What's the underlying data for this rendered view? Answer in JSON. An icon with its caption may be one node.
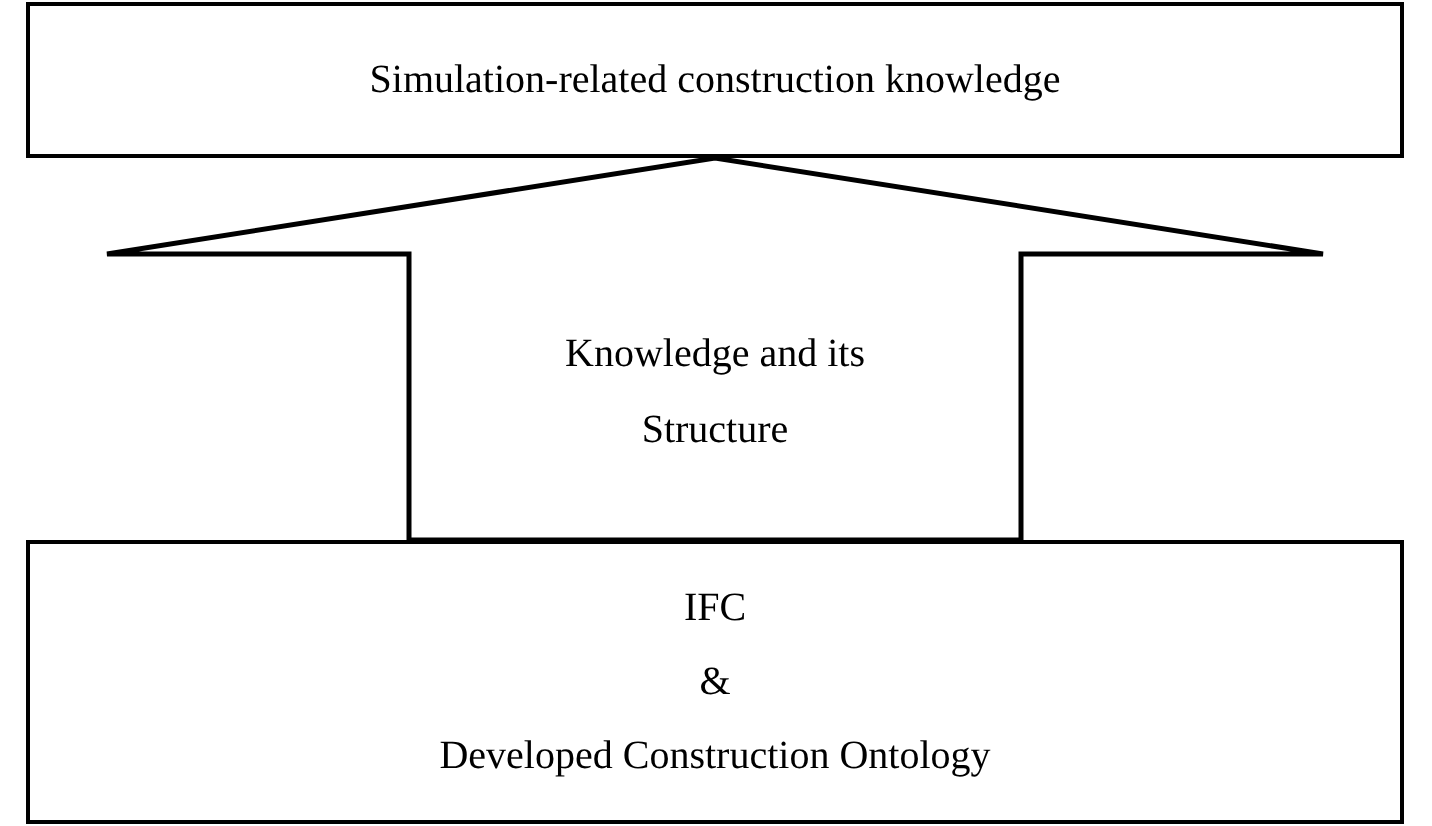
{
  "diagram": {
    "nodes": [
      {
        "text": [
          "Simulation-related construction knowledge"
        ]
      },
      {
        "text": [
          "IFC",
          "&",
          "Developed Construction Ontology"
        ]
      }
    ],
    "edges": [
      {
        "from": 1,
        "to": 0,
        "arrow": "to",
        "label": "Knowledge and its Structure",
        "style": "thick"
      }
    ]
  }
}
